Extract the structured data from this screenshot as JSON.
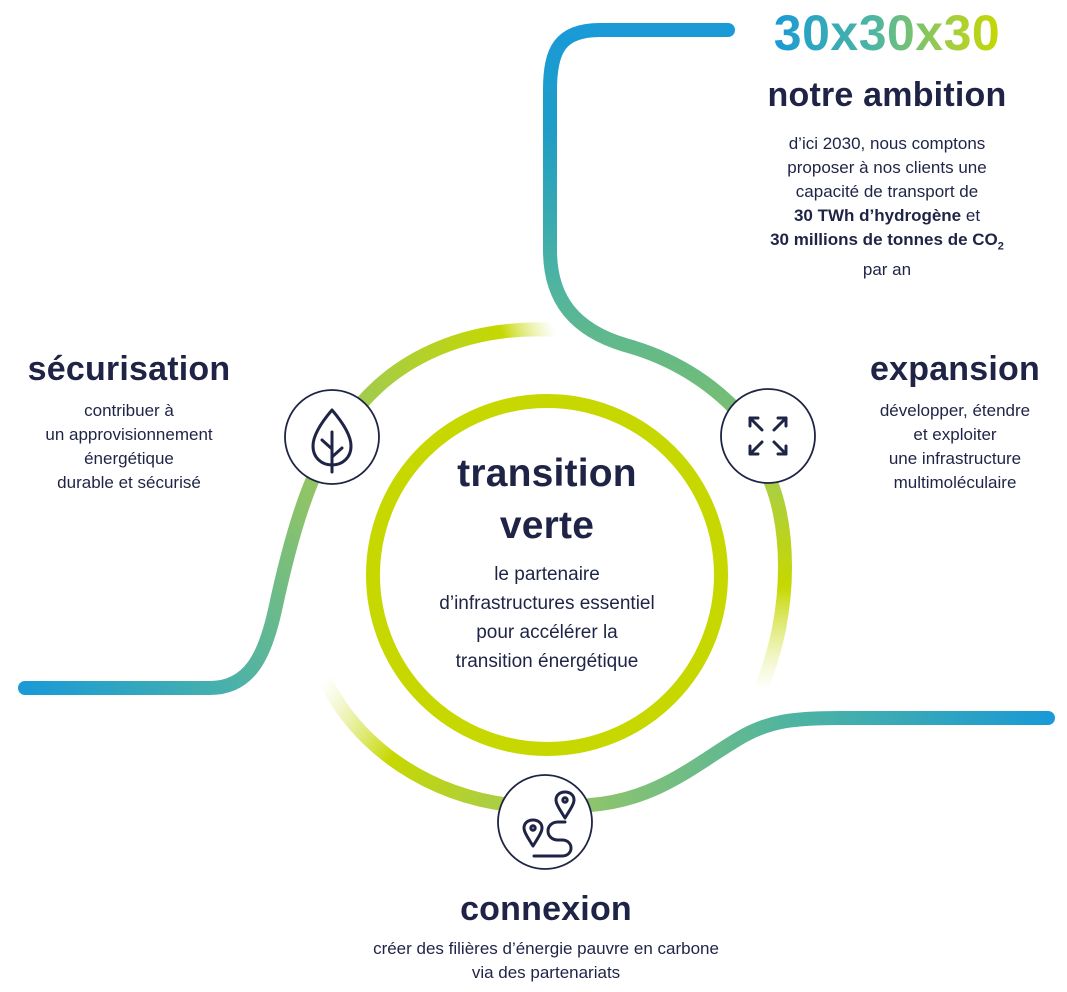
{
  "ambition": {
    "big_title": "30x30x30",
    "title": "notre ambition",
    "line1": "d’ici 2030, nous comptons",
    "line2": "proposer à nos clients une",
    "line3": "capacité de transport de",
    "line4_bold": "30 TWh d’hydrogène",
    "line4_rest": " et",
    "line5_bold": "30 millions de tonnes de CO",
    "line5_sub": "2",
    "line6": "par an"
  },
  "securisation": {
    "title": "sécurisation",
    "lines": [
      "contribuer à",
      "un approvisionnement",
      "énergétique",
      "durable et sécurisé"
    ],
    "icon": "leaf-icon"
  },
  "expansion": {
    "title": "expansion",
    "lines": [
      "développer, étendre",
      "et exploiter",
      "une infrastructure",
      "multimoléculaire"
    ],
    "icon": "expand-arrows-icon"
  },
  "connexion": {
    "title": "connexion",
    "lines": [
      "créer des filières d’énergie pauvre en carbone",
      "via des partenariats"
    ],
    "icon": "route-pins-icon"
  },
  "center": {
    "title_line1": "transition",
    "title_line2": "verte",
    "lines": [
      "le partenaire",
      "d’infrastructures essentiel",
      "pour accélérer la",
      "transition énergétique"
    ]
  },
  "colors": {
    "navy": "#1f2446",
    "blue": "#1a9ad6",
    "teal": "#4fb6a0",
    "lime": "#c6d800"
  }
}
